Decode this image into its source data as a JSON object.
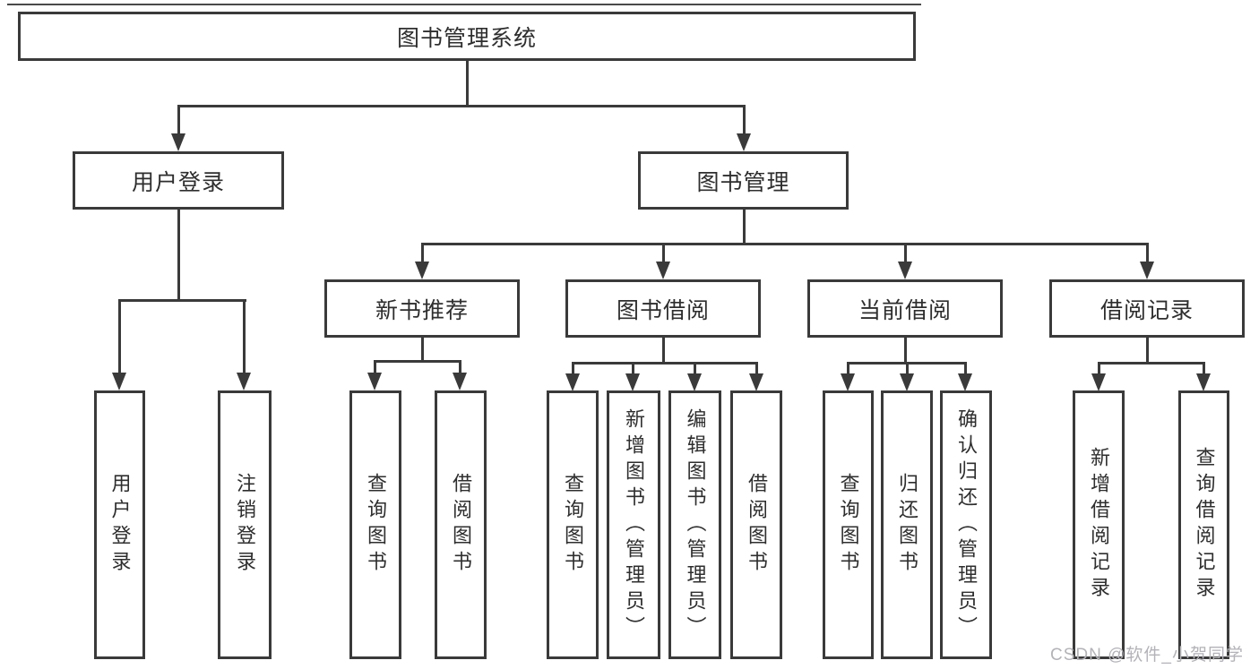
{
  "tree": {
    "label": "图书管理系统",
    "children": [
      {
        "label": "用户登录",
        "children": [
          {
            "label": "用户登录"
          },
          {
            "label": "注销登录"
          }
        ]
      },
      {
        "label": "图书管理",
        "children": [
          {
            "label": "新书推荐",
            "children": [
              {
                "label": "查询图书"
              },
              {
                "label": "借阅图书"
              }
            ]
          },
          {
            "label": "图书借阅",
            "children": [
              {
                "label": "查询图书"
              },
              {
                "label": "新增图书（管理员）"
              },
              {
                "label": "编辑图书（管理员）"
              },
              {
                "label": "借阅图书"
              }
            ]
          },
          {
            "label": "当前借阅",
            "children": [
              {
                "label": "查询图书"
              },
              {
                "label": "归还图书"
              },
              {
                "label": "确认归还（管理员）"
              }
            ]
          },
          {
            "label": "借阅记录",
            "children": [
              {
                "label": "新增借阅记录"
              },
              {
                "label": "查询借阅记录"
              }
            ]
          }
        ]
      }
    ]
  },
  "watermark": {
    "text": "CSDN @软件_小贺同学"
  },
  "colors": {
    "line": "#3a3a3a",
    "text": "#2e2e2e",
    "watermark": "#b3b3b8",
    "background": "#ffffff"
  }
}
